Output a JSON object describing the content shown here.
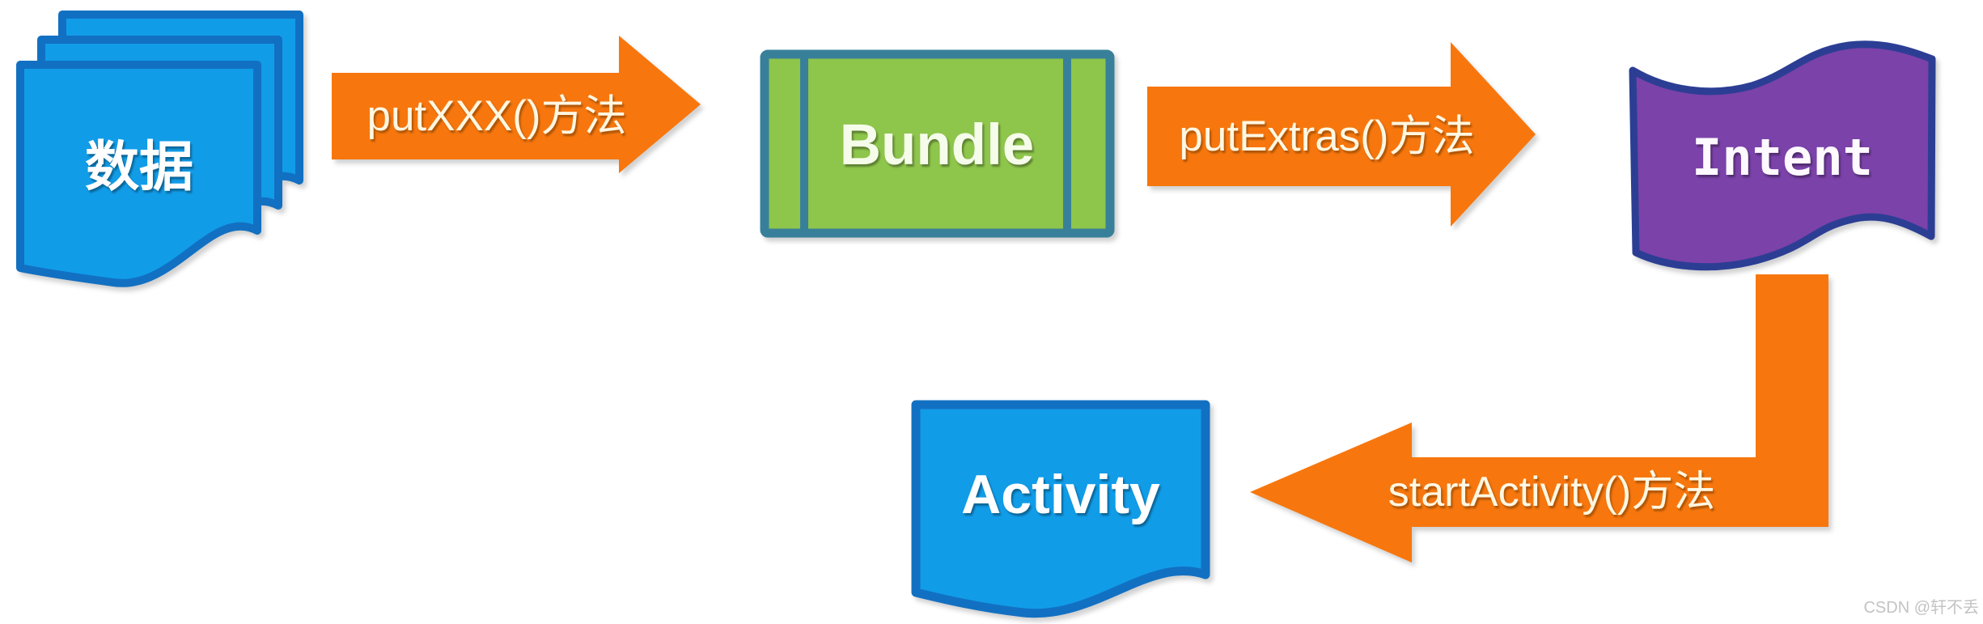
{
  "diagram": {
    "description": "Flow diagram: data is put into a Bundle, the Bundle into an Intent, and the Intent starts an Activity",
    "nodes": {
      "data": {
        "label": "数据",
        "shape": "stacked-wave-documents",
        "fill": "#119CE8",
        "border": "#1270C2",
        "text_color": "#FFFFFF"
      },
      "bundle": {
        "label": "Bundle",
        "shape": "bordered-box-with-side-bands",
        "fill": "#8EC54B",
        "border": "#38809A",
        "text_color": "#F6FCEA"
      },
      "intent": {
        "label": "Intent",
        "shape": "wavy-flag",
        "fill": "#7B42A9",
        "border": "#2C3E94",
        "text_color": "#FDF9FF"
      },
      "activity": {
        "label": "Activity",
        "shape": "wave-document",
        "fill": "#119CE8",
        "border": "#1270C2",
        "text_color": "#FFFFFF"
      }
    },
    "arrows": {
      "put_xxx": {
        "label": "putXXX()方法",
        "from": "data",
        "to": "bundle",
        "direction": "right",
        "fill": "#F7770E",
        "text_color": "#FFF7E2"
      },
      "put_extras": {
        "label": "putExtras()方法",
        "from": "bundle",
        "to": "intent",
        "direction": "right",
        "fill": "#F7770E",
        "text_color": "#FFF7E2"
      },
      "start_activity": {
        "label": "startActivity()方法",
        "from": "intent",
        "to": "activity",
        "direction": "down-then-left",
        "fill": "#F7770E",
        "text_color": "#FFF7E2"
      }
    },
    "watermark": {
      "text": "CSDN @轩不丢",
      "color": "#C3C3C3"
    }
  }
}
